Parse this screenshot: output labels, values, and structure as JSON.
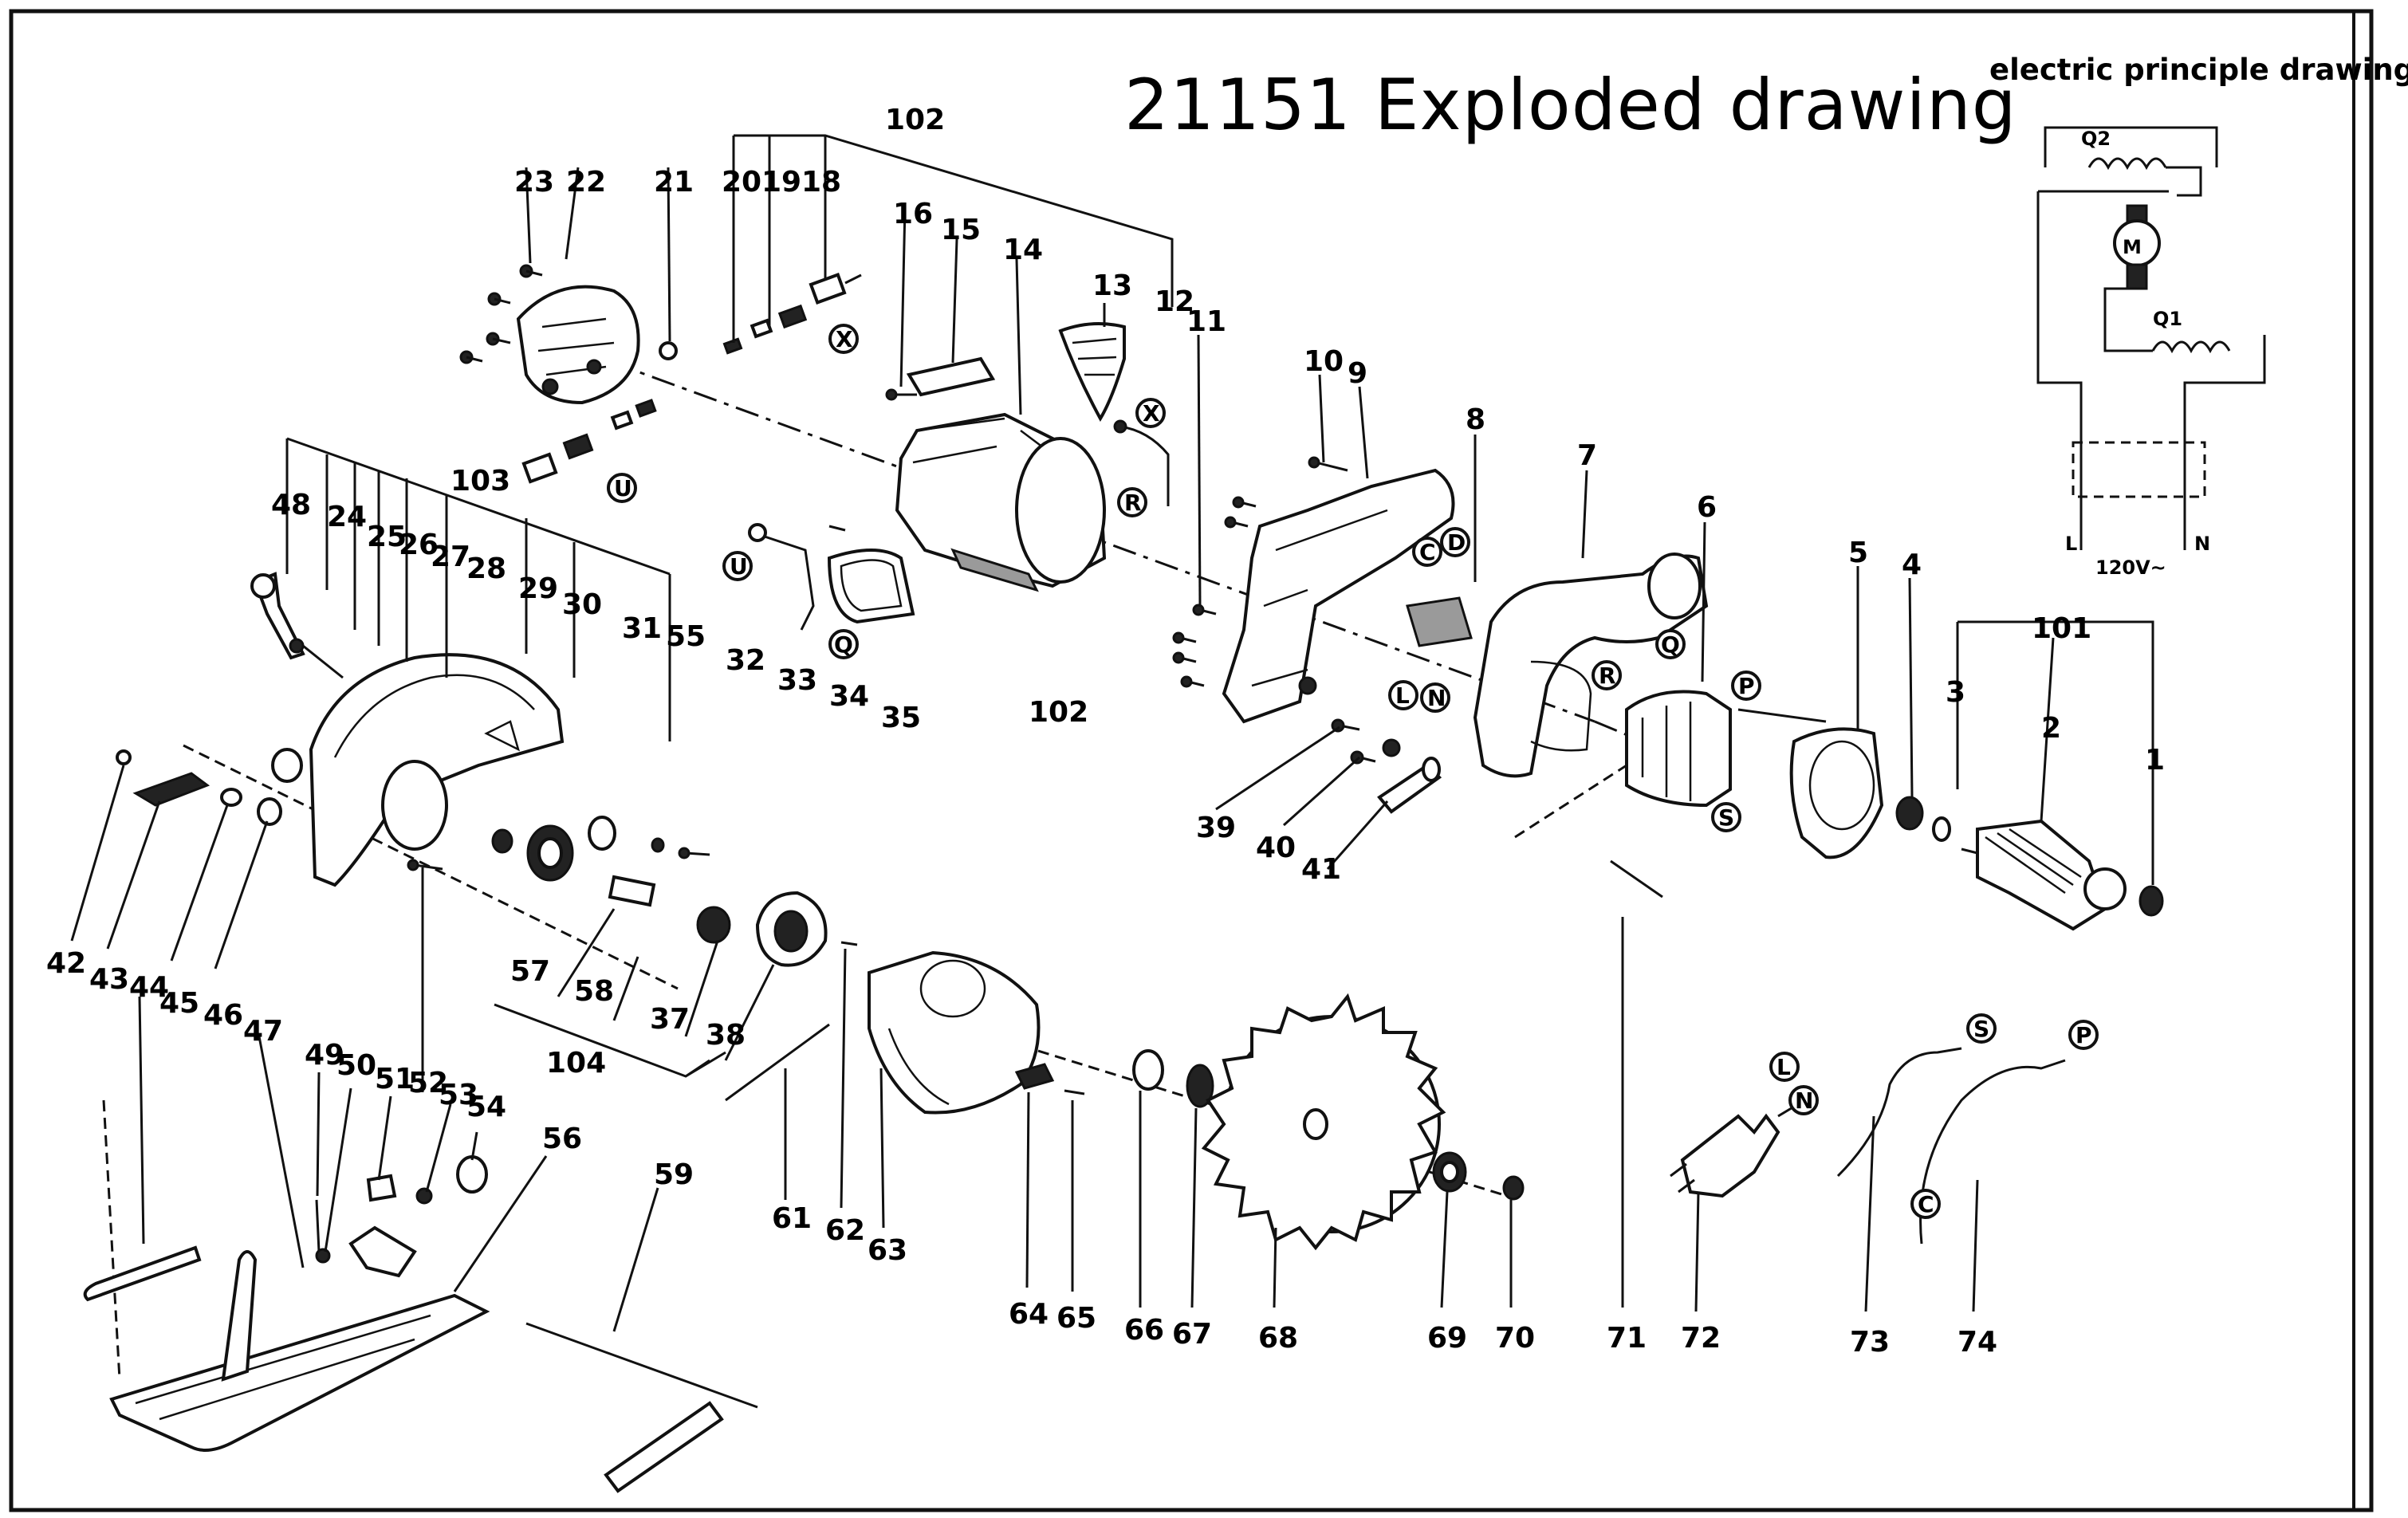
{
  "title": "21151 Exploded drawing",
  "electric": {
    "title": "electric principle drawing",
    "labels": {
      "q2": "Q2",
      "q1": "Q1",
      "motor": "M",
      "l": "L",
      "n": "N",
      "voltage": "120V~"
    }
  },
  "callouts": {
    "c1": "1",
    "c2": "2",
    "c3": "3",
    "c4": "4",
    "c5": "5",
    "c6": "6",
    "c7": "7",
    "c8": "8",
    "c9": "9",
    "c10": "10",
    "c11": "11",
    "c12": "12",
    "c13": "13",
    "c14": "14",
    "c15": "15",
    "c16": "16",
    "c18": "18",
    "c19": "19",
    "c20": "20",
    "c21": "21",
    "c22": "22",
    "c23": "23",
    "c24": "24",
    "c25": "25",
    "c26": "26",
    "c27": "27",
    "c28": "28",
    "c29": "29",
    "c30": "30",
    "c31": "31",
    "c32": "32",
    "c33": "33",
    "c34": "34",
    "c35": "35",
    "c37": "37",
    "c38": "38",
    "c39": "39",
    "c40": "40",
    "c41": "41",
    "c42": "42",
    "c43": "43",
    "c44": "44",
    "c45": "45",
    "c46": "46",
    "c47": "47",
    "c48": "48",
    "c49": "49",
    "c50": "50",
    "c51": "51",
    "c52": "52",
    "c53": "53",
    "c54": "54",
    "c55": "55",
    "c56": "56",
    "c57": "57",
    "c58": "58",
    "c59": "59",
    "c61": "61",
    "c62": "62",
    "c63": "63",
    "c64": "64",
    "c65": "65",
    "c66": "66",
    "c67": "67",
    "c68": "68",
    "c69": "69",
    "c70": "70",
    "c71": "71",
    "c72": "72",
    "c73": "73",
    "c74": "74",
    "c101": "101",
    "c102a": "102",
    "c102b": "102",
    "c103": "103",
    "c104": "104"
  },
  "connectors": {
    "x1": "X",
    "x2": "X",
    "u1": "U",
    "u2": "U",
    "q1": "Q",
    "q2": "Q",
    "r1": "R",
    "r2": "R",
    "c1": "C",
    "c2": "C",
    "d1": "D",
    "l1": "L",
    "l2": "L",
    "n1": "N",
    "n2": "N",
    "p1": "P",
    "p2": "P",
    "s1": "S",
    "s2": "S"
  }
}
